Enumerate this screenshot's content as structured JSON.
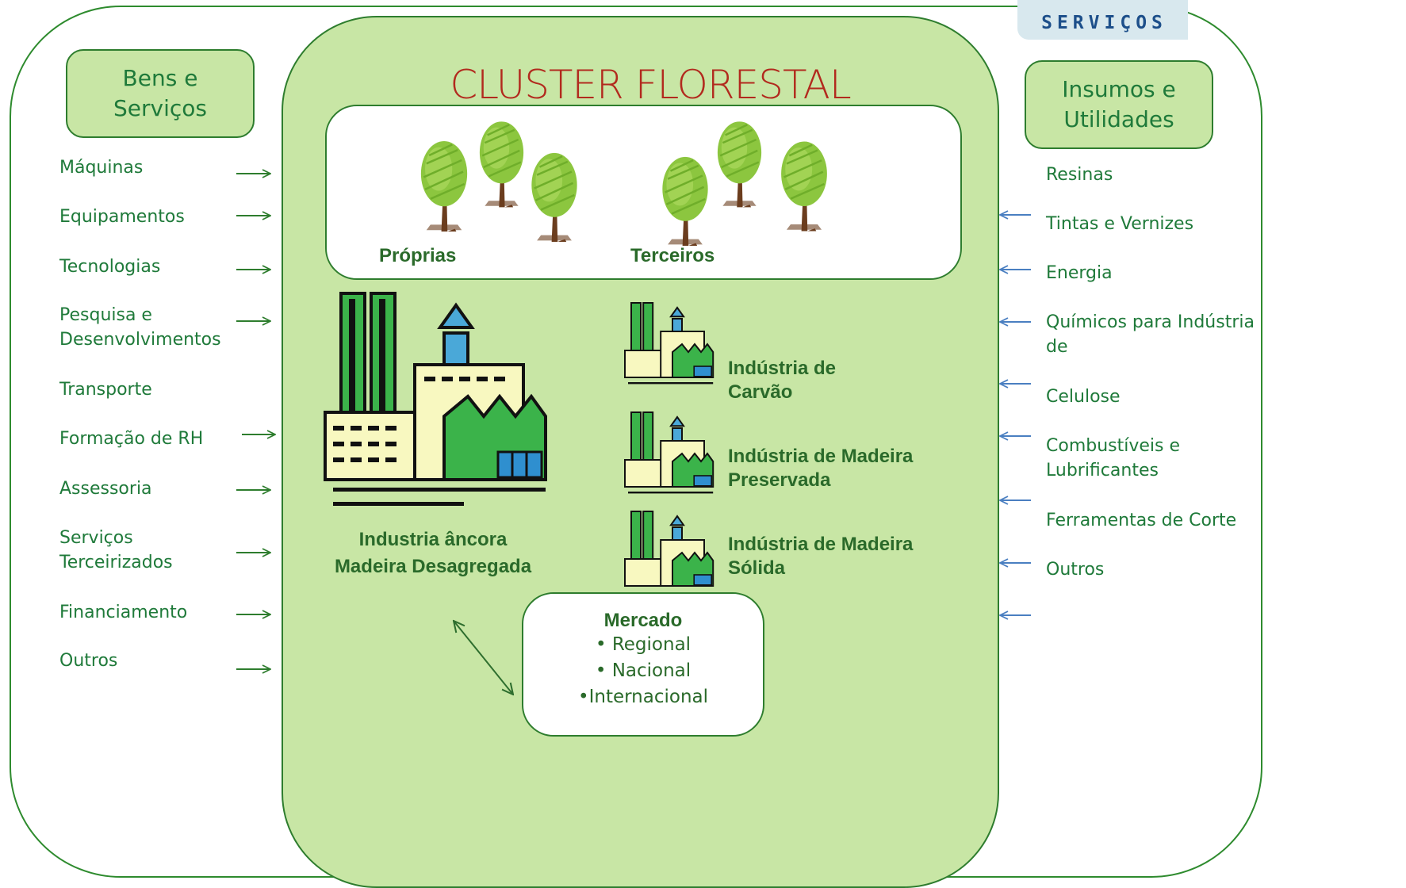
{
  "title": "CLUSTER FLORESTAL",
  "logo_text": "SERVIÇOS",
  "left_box": {
    "line1": "Bens e",
    "line2": "Serviços"
  },
  "right_box": {
    "line1": "Insumos e",
    "line2": "Utilidades"
  },
  "left_items": [
    {
      "line1": "Máquinas",
      "line2": ""
    },
    {
      "line1": "Equipamentos",
      "line2": ""
    },
    {
      "line1": "Tecnologias",
      "line2": ""
    },
    {
      "line1": "Pesquisa e",
      "line2": "Desenvolvimentos"
    },
    {
      "line1": "Transporte",
      "line2": ""
    },
    {
      "line1": "Formação de RH",
      "line2": ""
    },
    {
      "line1": "Assessoria",
      "line2": ""
    },
    {
      "line1": "Serviços",
      "line2": "Terceirizados"
    },
    {
      "line1": "Financiamento",
      "line2": ""
    },
    {
      "line1": "Outros",
      "line2": ""
    }
  ],
  "right_items": [
    {
      "line1": "Resinas",
      "line2": ""
    },
    {
      "line1": "Tintas e Vernizes",
      "line2": ""
    },
    {
      "line1": "Energia",
      "line2": ""
    },
    {
      "line1": "Químicos para Indústria",
      "line2": "de"
    },
    {
      "line1": "Celulose",
      "line2": ""
    },
    {
      "line1": "Combustíveis e",
      "line2": "Lubrificantes"
    },
    {
      "line1": "Ferramentas de Corte",
      "line2": ""
    },
    {
      "line1": "Outros",
      "line2": ""
    }
  ],
  "forest": {
    "own": "Próprias",
    "third": "Terceiros"
  },
  "anchor": {
    "line1": "Industria âncora",
    "line2": "Madeira Desagregada"
  },
  "industries": [
    {
      "line1": "Indústria de",
      "line2": "Carvão"
    },
    {
      "line1": "Indústria de Madeira",
      "line2": "Preservada"
    },
    {
      "line1": "Indústria de Madeira",
      "line2": "Sólida"
    }
  ],
  "market": {
    "title": "Mercado",
    "items": [
      "Regional",
      "Nacional",
      "Internacional"
    ]
  },
  "colors": {
    "panel": "#c8e6a5",
    "border": "#2e7d2e",
    "text_green": "#1f7a3a",
    "title_red": "#b22a1e",
    "left_arrow": "#2e7d2e",
    "right_arrow": "#4a7fc1"
  }
}
